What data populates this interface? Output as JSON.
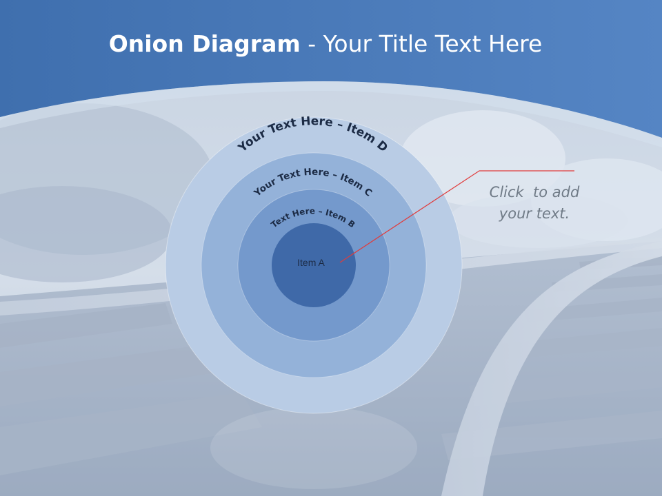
{
  "title": {
    "bold": "Onion Diagram",
    "rest": " - Your Title Text Here"
  },
  "onion": {
    "rings": [
      {
        "label": "Your Text Here – Item D",
        "fill": "#b9cce5"
      },
      {
        "label": "Your Text Here – Item C",
        "fill": "#94b2d9"
      },
      {
        "label": "Text Here – Item B",
        "fill": "#7499cc"
      },
      {
        "label": "Item A",
        "fill": "#3f69a8"
      }
    ]
  },
  "callout": {
    "line1": "Click  to add",
    "line2": "your text.",
    "leader_color": "#e03c3c"
  },
  "colors": {
    "header_blue": "#4a78b8",
    "text_dark": "#1c2b45"
  }
}
